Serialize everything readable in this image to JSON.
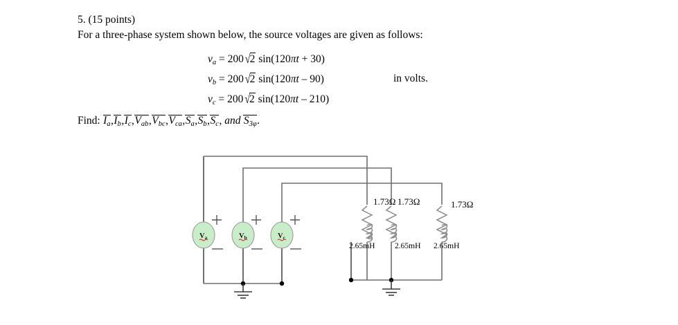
{
  "problem": {
    "number_line": "5. (15 points)",
    "intro": "For a three-phase system shown below, the source voltages are given as follows:",
    "equations": [
      {
        "lhs": "v",
        "lhs_sub": "a",
        "eq": "=",
        "amp": "200",
        "radicand": "2",
        "fn": "sin(120",
        "pi": "π",
        "t": "t",
        "phase": "+ 30)",
        "note": ""
      },
      {
        "lhs": "v",
        "lhs_sub": "b",
        "eq": "=",
        "amp": "200",
        "radicand": "2",
        "fn": "sin(120",
        "pi": "π",
        "t": "t",
        "phase": "– 90)",
        "note": "in volts."
      },
      {
        "lhs": "v",
        "lhs_sub": "c",
        "eq": "=",
        "amp": "200",
        "radicand": "2",
        "fn": "sin(120",
        "pi": "π",
        "t": "t",
        "phase": "– 210)",
        "note": ""
      }
    ],
    "find_prefix": "Find:",
    "find_items": [
      {
        "sym": "I",
        "sub": "a"
      },
      {
        "sym": "I",
        "sub": "b"
      },
      {
        "sym": "I",
        "sub": "c"
      },
      {
        "sym": "V",
        "sub": "ab"
      },
      {
        "sym": "V",
        "sub": "bc"
      },
      {
        "sym": "V",
        "sub": "ca"
      },
      {
        "sym": "S",
        "sub": "a"
      },
      {
        "sym": "S",
        "sub": "b"
      },
      {
        "sym": "S",
        "sub": "c"
      }
    ],
    "find_conjunction": "and",
    "find_last": {
      "sym": "S",
      "sub": "3φ"
    },
    "find_terminator": "."
  },
  "circuit": {
    "sources": [
      {
        "name": "source-va",
        "label": "V",
        "sub": "a",
        "plus": "+",
        "minus": "–"
      },
      {
        "name": "source-vb",
        "label": "V",
        "sub": "b",
        "plus": "+",
        "minus": "–"
      },
      {
        "name": "source-vc",
        "label": "V",
        "sub": "c",
        "plus": "+",
        "minus": "–"
      }
    ],
    "resistors": [
      {
        "value": "1.73Ω"
      },
      {
        "value": "1.73Ω"
      },
      {
        "value": "1.73Ω"
      }
    ],
    "inductors": [
      {
        "value": "2.65mH"
      },
      {
        "value": "2.65mH"
      },
      {
        "value": "2.65mH"
      }
    ],
    "ground_count": 2,
    "colors": {
      "source_fill": "#c9ecc9",
      "source_stroke": "#9a9a9a",
      "wire": "#6e6e6e",
      "component": "#8a8a8a",
      "spellcheck_underline": "#cc2020"
    }
  }
}
